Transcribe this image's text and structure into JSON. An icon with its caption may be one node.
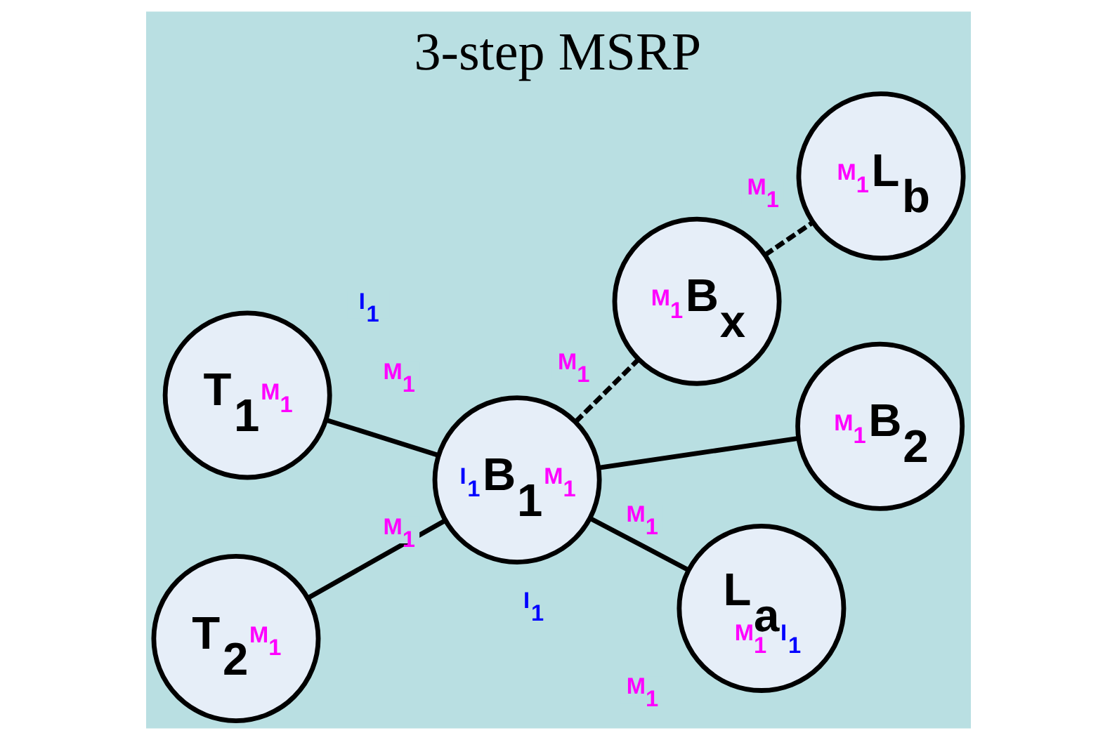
{
  "diagram": {
    "title": "3-step MSRP",
    "nodes": [
      {
        "text": [
          "T$_{1}$",
          "M$_{1}$"
        ]
      },
      {
        "text": [
          "L$_{a}$",
          "M$_{1}$",
          "I$_{1}$"
        ]
      },
      {
        "text": [
          "I$_{1}$",
          "B$_{1}$",
          "M$_{1}$"
        ]
      },
      {
        "text": [
          "M$_{1}$",
          "B$_{2}$"
        ]
      },
      {
        "text": [
          "T$_{2}$",
          "M$_{1}$"
        ]
      },
      {
        "text": [
          "M$_{1}$",
          "B$_{x}$"
        ]
      },
      {
        "text": [
          "M$_{1}$",
          "L$_{b}$"
        ]
      }
    ],
    "edges": [
      {
        "from": 0,
        "to": 2,
        "arrow": "none"
      },
      {
        "from": 2,
        "to": 1,
        "arrow": "none"
      },
      {
        "from": 2,
        "to": 3,
        "arrow": "none"
      },
      {
        "from": 4,
        "to": 2,
        "arrow": "none"
      },
      {
        "from": 2,
        "to": 5,
        "arrow": "none",
        "style": "dashed"
      },
      {
        "from": 5,
        "to": 6,
        "arrow": "none",
        "style": "dashed"
      }
    ],
    "labels": [
      "M$_{1}$",
      "I$_{1}$",
      "M$_{1}$",
      "I$_{1}$",
      "M$_{1}$",
      "M$_{1}$",
      "M$_{1}$",
      "M$_{1}$"
    ]
  }
}
